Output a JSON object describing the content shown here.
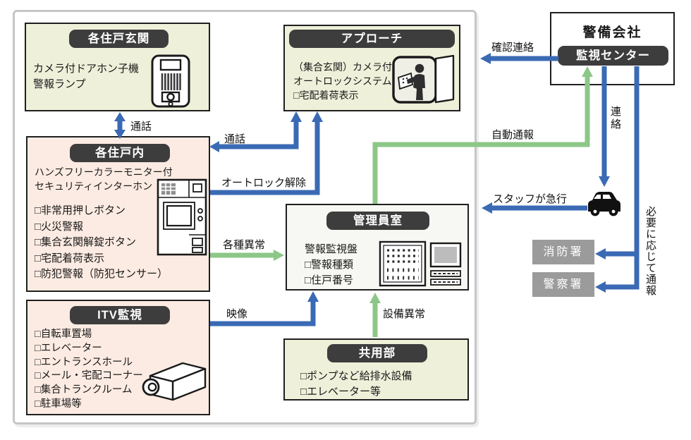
{
  "boxes": {
    "unit_entrance": {
      "title": "各住戸玄関",
      "lines": [
        "カメラ付ドアホン子機",
        "警報ランプ"
      ]
    },
    "unit_interior": {
      "title": "各住戸内",
      "lines": [
        "ハンズフリーカラーモニター付",
        "セキュリティインターホン"
      ],
      "items": [
        "□非常用押しボタン",
        "□火災警報",
        "□集合玄関解錠ボタン",
        "□宅配着荷表示",
        "□防犯警報（防犯センサー）"
      ]
    },
    "itv_monitoring": {
      "title": "ITV監視",
      "items": [
        "□自転車置場",
        "□エレベーター",
        "□エントランスホール",
        "□メール・宅配コーナー",
        "□集合トランクルーム",
        "□駐車場等"
      ]
    },
    "approach": {
      "title": "アプローチ",
      "lines": [
        "（集合玄関）カメラ付",
        "オートロックシステム",
        "□宅配着荷表示"
      ]
    },
    "manager_room": {
      "title": "管理員室",
      "lines": [
        "警報監視盤",
        "□警報種類",
        "□住戸番号"
      ]
    },
    "common_area": {
      "title": "共用部",
      "items": [
        "□ポンプなど給排水設備",
        "□エレベーター等"
      ]
    },
    "security_company": {
      "title": "警備会社",
      "badge": "監視センター"
    },
    "fire_station": {
      "label": "消防署"
    },
    "police_station": {
      "label": "警察署"
    }
  },
  "labels": {
    "talk_top": "通話",
    "talk_mid": "通話",
    "autolock_release": "オートロック解除",
    "various_alerts": "各種異常",
    "video": "映像",
    "equipment_alert": "設備異常",
    "auto_report": "自動通報",
    "confirm_contact": "確認連絡",
    "contact": "連絡",
    "staff_dispatch": "スタッフが急行",
    "report_as_needed": "必要に応じて通報"
  },
  "icons": {
    "unit_entrance": "doorphone-icon",
    "unit_interior": "intercom-monitor-icon",
    "itv_monitoring": "cctv-camera-icon",
    "approach": "autolock-entrance-icon",
    "manager_room": "alarm-panel-monitor-icon",
    "dispatch": "security-car-icon"
  },
  "colors": {
    "arrow_blue": "#3a6ab4",
    "arrow_green": "#8cc787",
    "badge_dark": "#3d3d3d",
    "box_green": "#eef0d9",
    "box_pink": "#fcebe2",
    "station_gray": "#9b9b9b"
  }
}
